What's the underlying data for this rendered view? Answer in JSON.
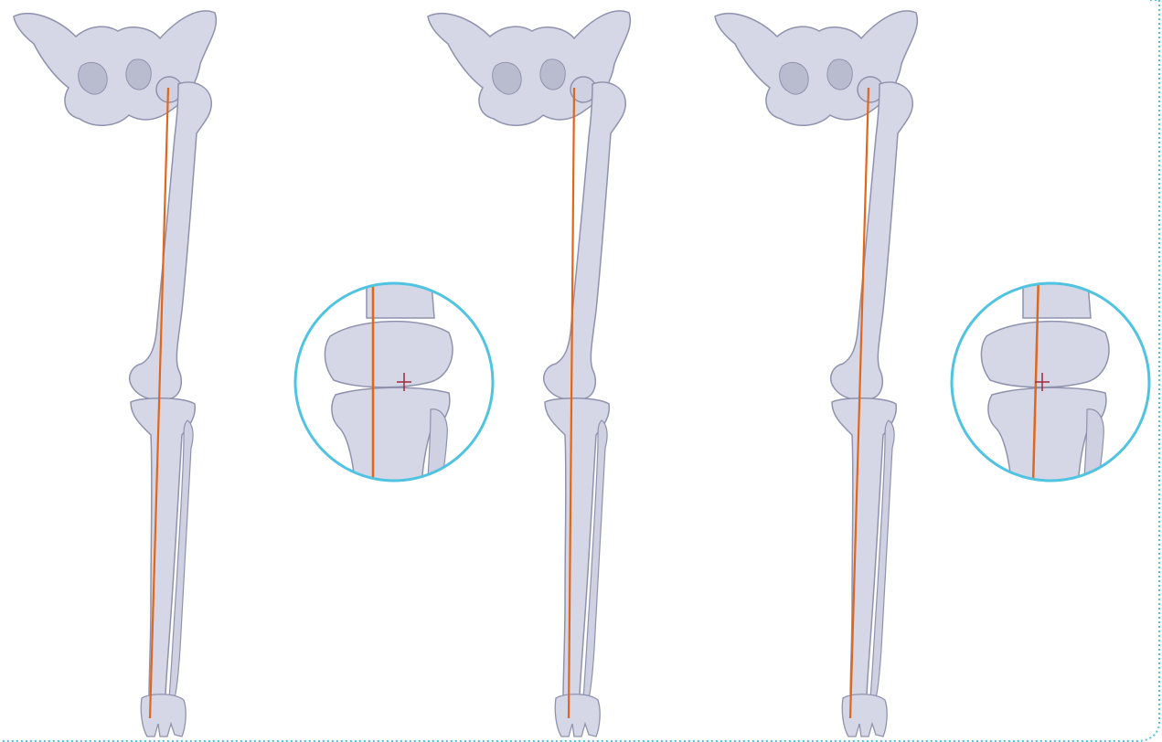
{
  "figure": {
    "colors": {
      "bone_fill": "#d6d7e6",
      "bone_stroke": "#8f92ad",
      "bone_shade": "#b9bccf",
      "axis_line": "#e0661a",
      "zoom_ring": "#4fc3e0",
      "marker": "#a0283c",
      "frame": "#4fc3e0",
      "background": "#ffffff"
    },
    "panels": [
      {
        "name": "left-leg"
      },
      {
        "name": "middle-leg"
      },
      {
        "name": "right-leg"
      }
    ],
    "zoom_insets": [
      {
        "name": "knee-zoom-left"
      },
      {
        "name": "knee-zoom-right"
      }
    ]
  }
}
